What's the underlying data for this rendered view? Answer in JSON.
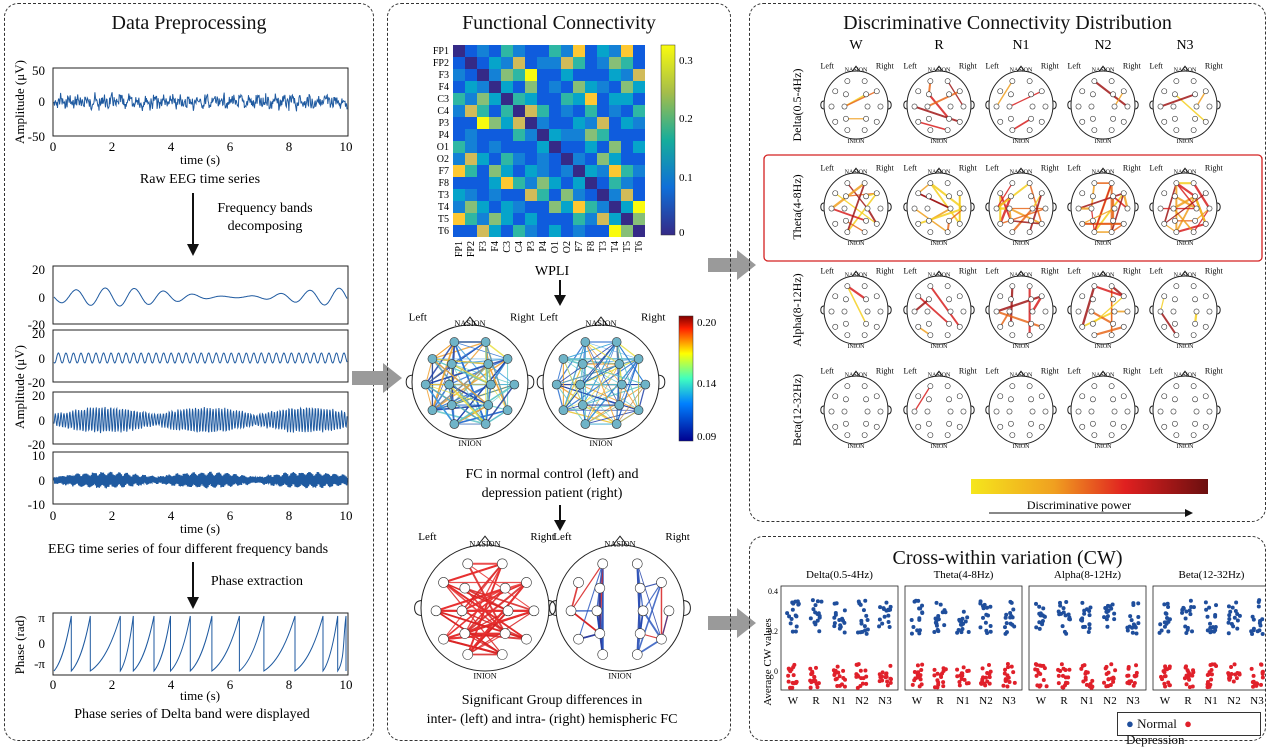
{
  "panels": {
    "preprocessing": {
      "title": "Data Preprocessing",
      "ylabel_amplitude": "Amplitude (μV)",
      "raw_caption": "Raw EEG time series",
      "step1": "Frequency bands\ndecomposing",
      "bands_caption": "EEG time series of four different frequency bands",
      "step2": "Phase extraction",
      "phase_ylabel": "Phase (rad)",
      "phase_caption": "Phase series of Delta band were displayed",
      "xlabel": "time (s)",
      "x_ticks": [
        "0",
        "2",
        "4",
        "6",
        "8",
        "10"
      ],
      "raw_yticks": [
        "50",
        "0",
        "-50"
      ],
      "band_yticks": [
        [
          "20",
          "0",
          "-20"
        ],
        [
          "20",
          "0",
          "-20"
        ],
        [
          "20",
          "0",
          "-20"
        ],
        [
          "10",
          "0",
          "-10"
        ]
      ],
      "phase_yticks": [
        "π",
        "0",
        "-π"
      ]
    },
    "connectivity": {
      "title": "Functional Connectivity",
      "channels": [
        "FP1",
        "FP2",
        "F3",
        "F4",
        "C3",
        "C4",
        "P3",
        "P4",
        "O1",
        "O2",
        "F7",
        "F8",
        "T3",
        "T4",
        "T5",
        "T6"
      ],
      "colorbar_ticks": [
        "0.3",
        "0.2",
        "0.1",
        "0"
      ],
      "matrix_label": "WPLI",
      "head_left": "Left",
      "head_right": "Right",
      "nasion": "NASION",
      "inion": "INION",
      "fc_colorbar_ticks": [
        "0.20",
        "0.14",
        "0.09"
      ],
      "fc_caption": "FC in normal control (left) and\ndepression patient (right)",
      "sig_caption": "Significant Group differences in\ninter- (left) and intra- (right) hemispheric FC"
    },
    "discriminative": {
      "title": "Discriminative Connectivity Distribution",
      "stages": [
        "W",
        "R",
        "N1",
        "N2",
        "N3"
      ],
      "bands": [
        "Delta(0.5-4Hz)",
        "Theta(4-8Hz)",
        "Alpha(8-12Hz)",
        "Beta(12-32Hz)"
      ],
      "power_label": "Discriminative power"
    },
    "cw": {
      "title": "Cross-within variation (CW)",
      "ylabel": "Average CW values",
      "subplots": [
        "Delta(0.5-4Hz)",
        "Theta(4-8Hz)",
        "Alpha(8-12Hz)",
        "Beta(12-32Hz)"
      ],
      "stages": [
        "W",
        "R",
        "N1",
        "N2",
        "N3"
      ],
      "legend": {
        "normal": "Normal",
        "depression": "Depression"
      },
      "colors": {
        "normal": "#1f4e9c",
        "depression": "#e0202a"
      }
    }
  }
}
